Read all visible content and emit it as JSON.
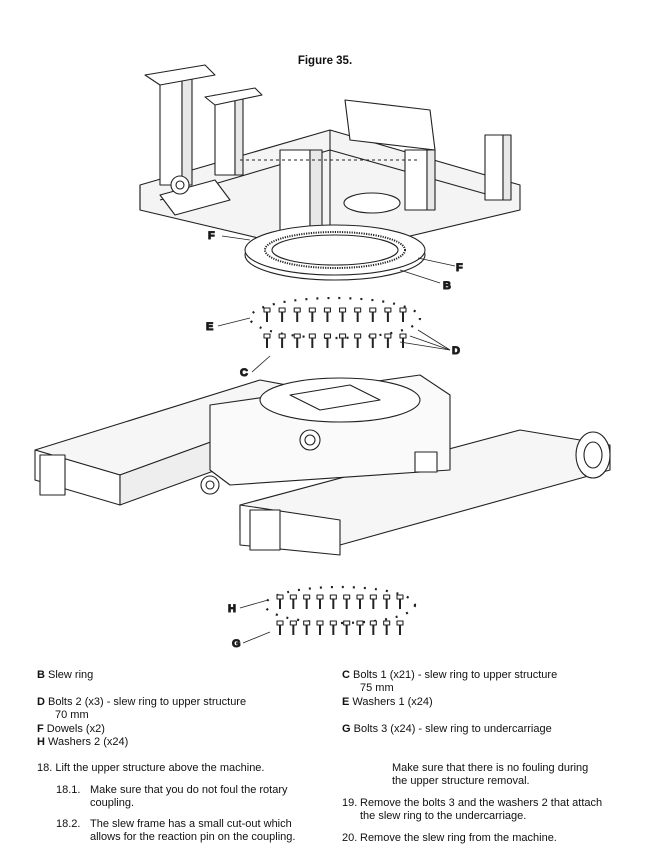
{
  "figure": {
    "title": "Figure 35."
  },
  "callouts": {
    "F1": "F",
    "F2": "F",
    "B": "B",
    "E": "E",
    "D": "D",
    "C": "C",
    "H": "H",
    "G": "G"
  },
  "legend": {
    "b": {
      "key": "B",
      "text": "Slew ring"
    },
    "c": {
      "key": "C",
      "text": "Bolts 1 (x21) - slew ring to upper structure",
      "sub": "75 mm"
    },
    "d": {
      "key": "D",
      "text": "Bolts 2 (x3) - slew ring to upper structure",
      "sub": "70 mm"
    },
    "e": {
      "key": "E",
      "text": "Washers 1 (x24)"
    },
    "f": {
      "key": "F",
      "text": "Dowels (x2)"
    },
    "h": {
      "key": "H",
      "text": "Washers 2 (x24)"
    },
    "g": {
      "key": "G",
      "text": "Bolts 3 (x24) - slew ring to undercarriage"
    }
  },
  "steps": {
    "s18": {
      "num": "18.",
      "text": "Lift the upper structure above the machine."
    },
    "s18_1": {
      "num": "18.1.",
      "line1": "Make sure that you do not foul the rotary",
      "line2": "coupling."
    },
    "s18_2": {
      "num": "18.2.",
      "line1": "The slew frame has a small cut-out which",
      "line2": "allows for the reaction pin on the coupling."
    },
    "note": {
      "line1": "Make sure that there is no fouling during",
      "line2": "the upper structure removal."
    },
    "s19": {
      "num": "19.",
      "line1": "Remove the bolts 3 and the washers 2 that attach",
      "line2": "the slew ring to the undercarriage."
    },
    "s20": {
      "num": "20.",
      "text": "Remove the slew ring from the machine."
    }
  }
}
